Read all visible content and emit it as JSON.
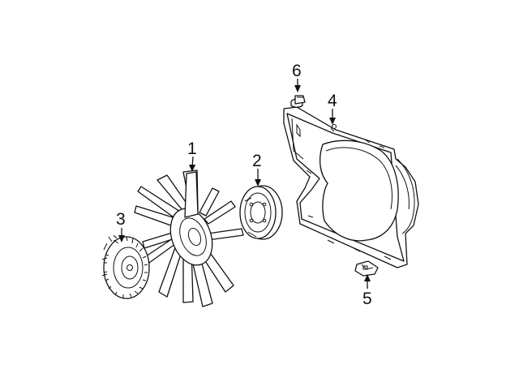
{
  "diagram": {
    "callouts": [
      {
        "id": "fan-blade",
        "label": "1"
      },
      {
        "id": "water-pump-pulley",
        "label": "2"
      },
      {
        "id": "fan-clutch",
        "label": "3"
      },
      {
        "id": "fan-shroud",
        "label": "4"
      },
      {
        "id": "shroud-retainer-clip",
        "label": "5"
      },
      {
        "id": "shroud-push-pin",
        "label": "6"
      }
    ]
  },
  "colors": {
    "line": "#111111",
    "background": "#ffffff"
  }
}
